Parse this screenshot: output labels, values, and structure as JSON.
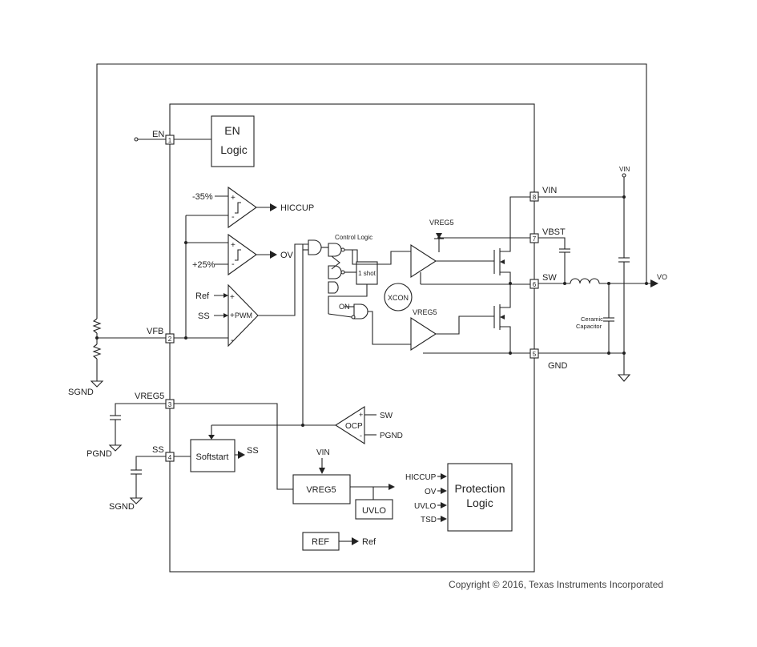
{
  "pins": {
    "p1": {
      "num": "1",
      "name": "EN"
    },
    "p2": {
      "num": "2",
      "name": "VFB"
    },
    "p3": {
      "num": "3",
      "name": "VREG5"
    },
    "p4": {
      "num": "4",
      "name": "SS"
    },
    "p5": {
      "num": "5",
      "name": "GND"
    },
    "p6": {
      "num": "6",
      "name": "SW"
    },
    "p7": {
      "num": "7",
      "name": "VBST"
    },
    "p8": {
      "num": "8",
      "name": "VIN"
    }
  },
  "blocks": {
    "en_logic_line1": "EN",
    "en_logic_line2": "Logic",
    "pwm": "PWM",
    "control_logic": "Control Logic",
    "one_shot": "1 shot",
    "xcon": "XCON",
    "ocp": "OCP",
    "softstart": "Softstart",
    "vreg5": "VREG5",
    "uvlo": "UVLO",
    "ref": "REF",
    "protection_line1": "Protection",
    "protection_line2": "Logic"
  },
  "signals": {
    "minus35": "-35%",
    "plus25": "+25%",
    "hiccup": "HICCUP",
    "ov": "OV",
    "ref_in": "Ref",
    "ss_in": "SS",
    "plus": "+",
    "minus": "-",
    "vreg5_top": "VREG5",
    "vreg5_low": "VREG5",
    "on": "ON",
    "ocp_sw": "SW",
    "ocp_pgnd": "PGND",
    "softstart_out": "SS",
    "vreg_vin": "VIN",
    "ref_out": "Ref",
    "prot_hiccup": "HICCUP",
    "prot_ov": "OV",
    "prot_uvlo": "UVLO",
    "prot_tsd": "TSD"
  },
  "external": {
    "vin_rail": "VIN",
    "vo": "VO",
    "ceramic_line1": "Ceramic",
    "ceramic_line2": "Capacitor",
    "sgnd_fb": "SGND",
    "pgnd": "PGND",
    "sgnd_ss": "SGND"
  },
  "copyright": "Copyright © 2016, Texas Instruments Incorporated"
}
